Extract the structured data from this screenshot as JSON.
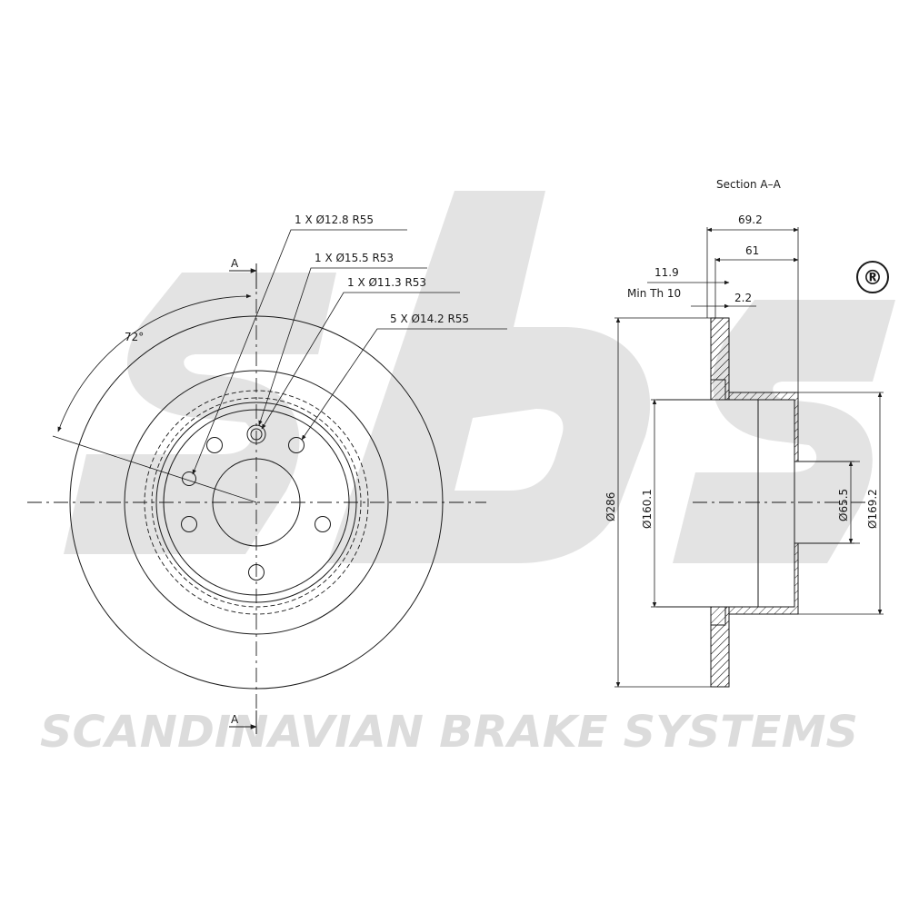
{
  "section_title": "Section A–A",
  "section_marks": {
    "top": "A",
    "bottom": "A"
  },
  "angle_label": "72°",
  "hole_callouts": [
    "1 X Ø12.8 R55",
    "1 X Ø15.5 R53",
    "1 X Ø11.3 R53",
    "5 X Ø14.2 R55"
  ],
  "dimensions": {
    "total_height": "69.2",
    "hat_height": "61",
    "disc_thickness": "11.9",
    "min_thickness": "Min Th 10",
    "offset": "2.2",
    "outer_diameter": "Ø286",
    "hat_inner_diameter": "Ø160.1",
    "center_bore": "Ø65.5",
    "hat_outer_diameter": "Ø169.2"
  },
  "brand": {
    "name": "SCANDINAVIAN BRAKE SYSTEMS",
    "registered": "®",
    "watermark_color": "#e3e3e3"
  }
}
